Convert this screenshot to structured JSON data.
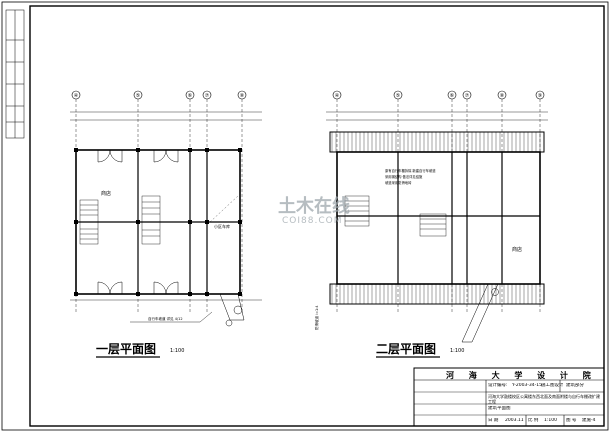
{
  "plans": [
    {
      "title": "一层平面图",
      "scale": "1:100"
    },
    {
      "title": "二层平面图",
      "scale": "1:100"
    }
  ],
  "axes_first": [
    "④",
    "⑤",
    "⑥",
    "⑦",
    "⑧"
  ],
  "axes_second": [
    "④",
    "⑤",
    "⑥",
    "⑦",
    "⑧",
    "⑨"
  ],
  "room_labels": {
    "shop_first": "商店",
    "shop_second": "商店",
    "garage": "小区车库"
  },
  "notes": {
    "ramp_note": "自行车坡道 详见 4/12",
    "second_floor_note_1": "原有自行车棚拆除 新建自行车坡道",
    "second_floor_note_2": "采用钢结构 做法详见结施",
    "second_floor_note_3": "坡道采用防滑地砖",
    "side_label": "防滑坡道 i=1:4"
  },
  "watermark": {
    "brand": "土木在线",
    "site": "COI88.COM"
  },
  "title_block": {
    "school": "河 海 大 学 设 计 院",
    "design_no_label": "设计编号:",
    "design_no": "Y-2003-34-15",
    "stage_label": "施工图设计",
    "stage2": "建筑部分",
    "project": "河海大学鼓楼校区公寓楼东西北面及南面附楼与自行车棚改扩建工程",
    "drawing_name": "建筑平面图",
    "date_label": "日 期",
    "date": "2003.11",
    "scale_label": "比 例",
    "scale": "1:100",
    "sheet_label": "图 号",
    "sheet_no": "建施-4"
  }
}
